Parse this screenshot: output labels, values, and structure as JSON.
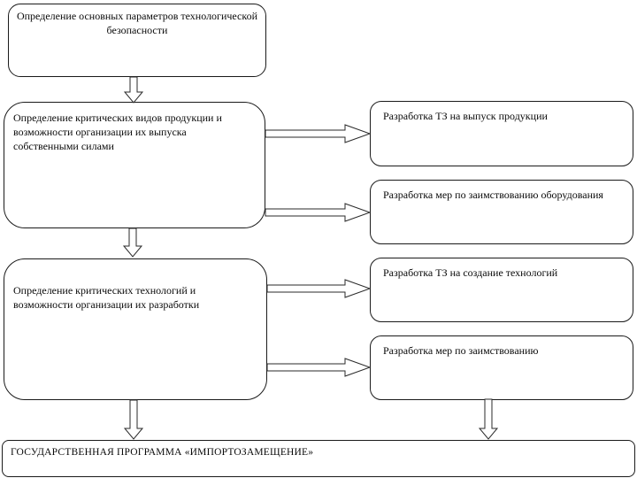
{
  "colors": {
    "background": "#ffffff",
    "border": "#1a1a1a",
    "text": "#0a0a0a"
  },
  "nodes": {
    "main_params": {
      "label": "Определение основных параметров технологической безопасности"
    },
    "critical_products": {
      "label": "Определение критических видов продукции и возможности организации их выпуска собственными силами"
    },
    "critical_technologies": {
      "label": "Определение критических технологий и возможности организации их разработки"
    },
    "tz_output": {
      "label": "Разработка ТЗ на выпуск продукции"
    },
    "equipment_borrowing_measures": {
      "label": "Разработка мер по заимствованию оборудования"
    },
    "tz_technologies": {
      "label": "Разработка ТЗ на создание технологий"
    },
    "borrowing_measures": {
      "label": "Разработка мер по заимствованию"
    },
    "state_program": {
      "label": "ГОСУДАРСТВЕННАЯ ПРОГРАММА «ИМПОРТОЗАМЕЩЕНИЕ»"
    }
  }
}
